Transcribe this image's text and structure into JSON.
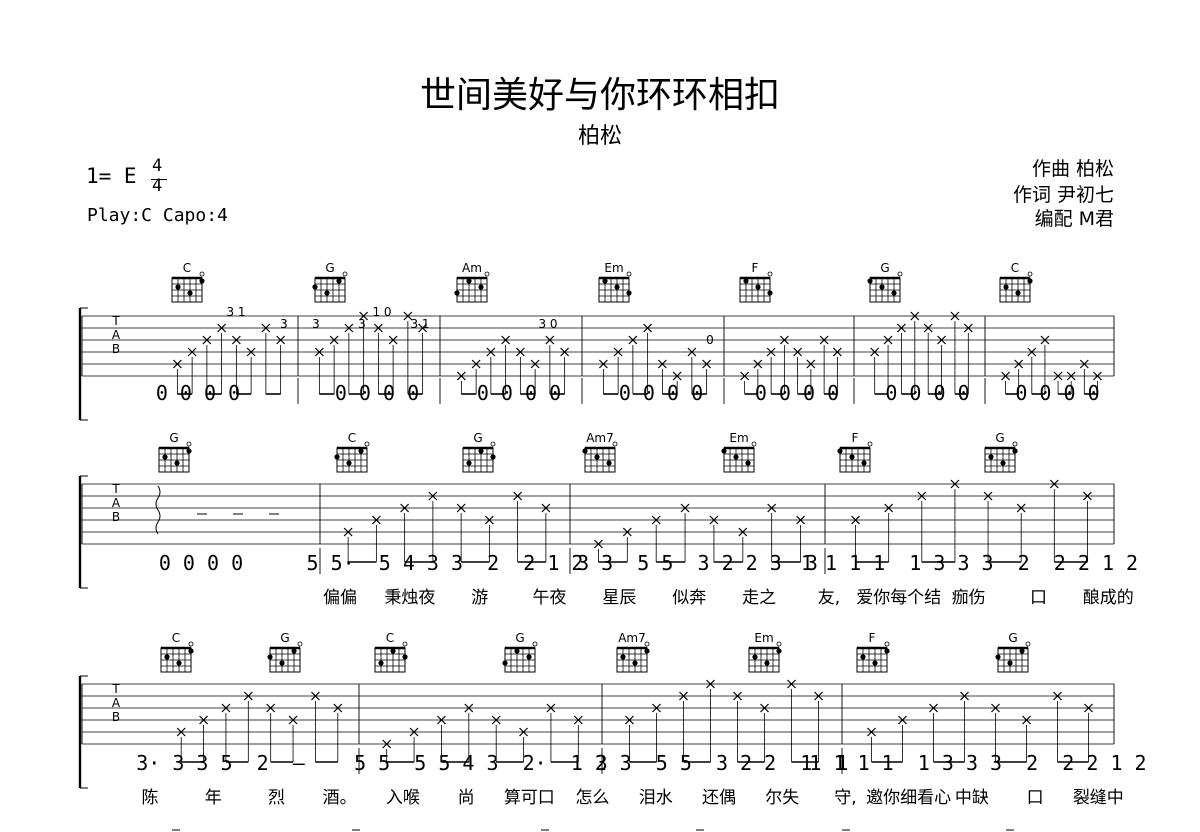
{
  "header": {
    "title": "世间美好与你环环相扣",
    "singer": "柏松",
    "key": "1= E",
    "time_top": "4",
    "time_bottom": "4",
    "play_capo": "Play:C  Capo:4",
    "composer": "作曲 柏松",
    "lyricist": "作词 尹初七",
    "arranger": "编配 M君"
  },
  "tab_letters": [
    "T",
    "A",
    "B"
  ],
  "systems": [
    {
      "chords": [
        "C",
        "G",
        "Am",
        "Em",
        "F",
        "G",
        "C"
      ],
      "numbers": [
        "0 0 0 0",
        "0 0 0 0",
        "0 0 0 0",
        "0 0 0 0",
        "0 0 0 0",
        "0 0 0 0",
        "0 0 0 0"
      ],
      "fret_numbers": [
        "3 1",
        "3",
        "3",
        "3",
        "1 0",
        "3 1",
        "3 0",
        "0"
      ],
      "lyrics": []
    },
    {
      "chords": [
        "G",
        "C",
        "G",
        "Am7",
        "Em",
        "F",
        "G"
      ],
      "numbers": [
        "0 0 0 0",
        "5 5·  5 4 3 3  2  2 1 2",
        "3 3  5 5  3 2 2 3  3",
        "1 1 1 1  1 3 3 3  2  2 2 1 2"
      ],
      "lyrics": [
        "偏偏",
        "秉烛夜",
        "游",
        "午夜",
        "星辰",
        "似奔",
        "走之",
        "友,",
        "爱你每个结",
        "痂伤",
        "口",
        "酿成的"
      ]
    },
    {
      "chords": [
        "C",
        "G",
        "C",
        "G",
        "Am7",
        "Em",
        "F",
        "G"
      ],
      "numbers": [
        "3· 3 3 5  2  —",
        "5 5  5 5 4 3  2·  1 2",
        "3 3  5 5  3 2 2  1  1",
        "1 1 1 1  1 3 3 3  2  2 2 1 2"
      ],
      "lyrics": [
        "陈",
        "年",
        "烈",
        "酒。",
        "入喉",
        "尚",
        "算可口",
        "怎么",
        "泪水",
        "还偶",
        "尔失",
        "守,",
        "邀你细看心",
        "中缺",
        "口",
        "裂缝中"
      ]
    }
  ]
}
